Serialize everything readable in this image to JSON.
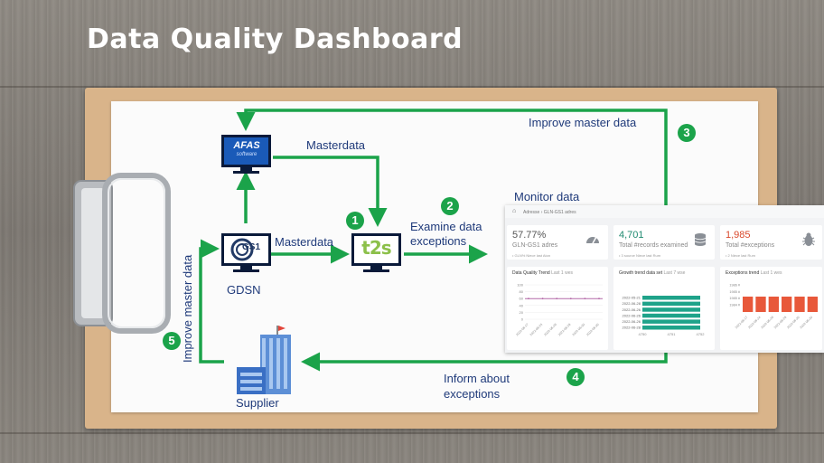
{
  "title": "Data Quality Dashboard",
  "labels": {
    "improve_master_top": "Improve master data",
    "masterdata_top": "Masterdata",
    "masterdata_mid": "Masterdata",
    "monitor": "Monitor data",
    "examine_1": "Examine data",
    "examine_2": "exceptions",
    "gdsn": "GDSN",
    "inform_1": "Inform about",
    "inform_2": "exceptions",
    "supplier": "Supplier",
    "improve_master_left": "Improve master data"
  },
  "badges": [
    "1",
    "2",
    "3",
    "4",
    "5"
  ],
  "logos": {
    "afas": "AFAS",
    "afas_sub": "software",
    "gs1": "GS1",
    "t2s": "t2s"
  },
  "dashboard": {
    "breadcrumb": "Adresse › GLN-GS1 adres",
    "kpis": [
      {
        "value": "57.77%",
        "label": "GLN-GS1 adres",
        "footer": "• GLN% Niece last Aton",
        "color": "#555555",
        "icon": "gauge-icon"
      },
      {
        "value": "4,701",
        "label": "Total #records examined",
        "footer": "• 3 source Niece last Rum",
        "color": "#1f8a70",
        "icon": "database-icon"
      },
      {
        "value": "1,985",
        "label": "Total #exceptions",
        "footer": "• 2 Niece last Rum",
        "color": "#d9482b",
        "icon": "bug-icon"
      }
    ],
    "charts": [
      {
        "title": "Data Quality Trend",
        "subtitle": "Last 1 wes"
      },
      {
        "title": "Growth trend data set",
        "subtitle": "Last 7 wse"
      },
      {
        "title": "Exceptions trend",
        "subtitle": "Last 1 wes"
      }
    ],
    "trend_yticks": [
      "100",
      "80",
      "60",
      "40",
      "20",
      "0"
    ],
    "trend_x": [
      "2022-06-17",
      "2022-06-24",
      "2022-06-26",
      "2022-06-28",
      "2022-06-30",
      "2022-06-30"
    ],
    "growth_rows": [
      "2022-05-21",
      "2022-06-28",
      "2022-06-26",
      "2022-06-26",
      "2022-06-26",
      "2022-06-28"
    ],
    "growth_x": [
      "4750",
      "4751",
      "4752"
    ],
    "exc_yticks": [
      "1986 #",
      "1985 #",
      "1985 #",
      "1984 #"
    ],
    "exc_x": [
      "2022-06-17",
      "2022-06-24",
      "2022-06-26",
      "2022-06-28",
      "2022-06-30",
      "2022-06-30"
    ],
    "colors": {
      "line": "#b46aa8",
      "growth": "#1fa38a",
      "exceptions": "#e8583a"
    }
  },
  "colors": {
    "arrow": "#1ba34a",
    "label": "#1f3a7a"
  }
}
